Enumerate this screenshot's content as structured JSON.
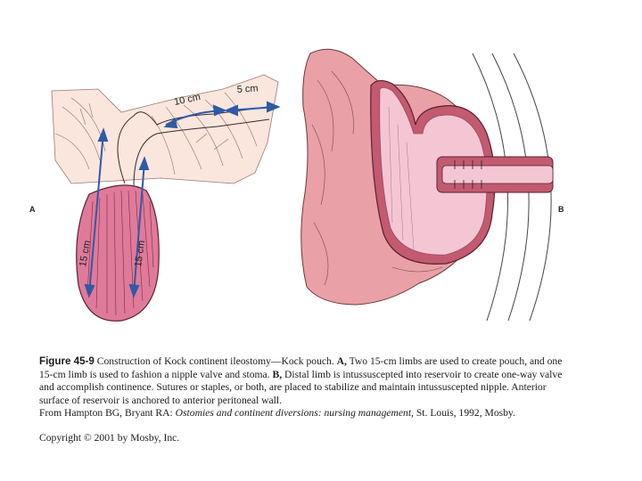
{
  "figure": {
    "label_a": "A",
    "label_b": "B",
    "dim_10cm": "10 cm",
    "dim_5cm": "5 cm",
    "dim_15cm_left": "15 cm",
    "dim_15cm_right": "15 cm"
  },
  "caption": {
    "fig_num": "Figure 45-9",
    "text_1": "Construction of Kock continent ileostomy—Kock pouch.",
    "a_label": "A,",
    "text_2": "Two 15-cm limbs are used to create pouch, and one 15-cm limb is used to fashion a nipple valve and stoma.",
    "b_label": "B,",
    "text_3": "Distal limb is intussuscepted into reservoir to create one-way valve and accomplish continence. Sutures or staples, or both, are placed to stabilize and maintain intussuscepted nipple. Anterior surface of reservoir is anchored to anterior peritoneal wall.",
    "source_prefix": "From Hampton BG, Bryant RA:",
    "source_title": "Ostomies and continent diversions: nursing management,",
    "source_suffix": "St. Louis, 1992, Mosby."
  },
  "copyright": "Copyright © 2001 by Mosby, Inc.",
  "colors": {
    "skin_light": "#fbe6de",
    "pouch_pink": "#e07a9a",
    "mucosa_pink": "#f4c6d4",
    "outer_pink": "#e9a0a6",
    "wall_red": "#b8465e",
    "arrow_blue": "#2f5aa6"
  }
}
